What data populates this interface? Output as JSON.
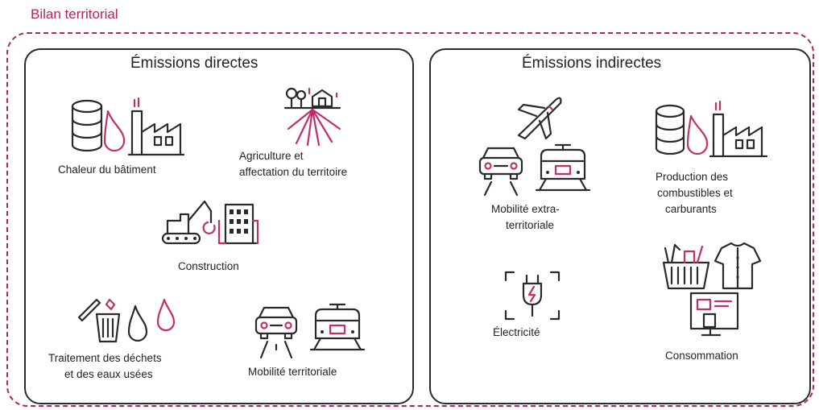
{
  "title": "Bilan territorial",
  "direct": {
    "title": "Émissions directes",
    "items": {
      "chaleur": "Chaleur du bâtiment",
      "agriculture": [
        "Agriculture et",
        "affectation du territoire"
      ],
      "construction": "Construction",
      "dechets": [
        "Traitement des déchets",
        "et des eaux usées"
      ],
      "mobilite": "Mobilité territoriale"
    }
  },
  "indirect": {
    "title": "Émissions indirectes",
    "items": {
      "mobilite": [
        "Mobilité extra-",
        "territoriale"
      ],
      "production": [
        "Production des",
        "combustibles et",
        "carburants"
      ],
      "electricite": "Électricité",
      "consommation": "Consommation"
    }
  },
  "colors": {
    "accent": "#b3245c",
    "line": "#2a2a2a",
    "icon_accent": "#c22f68"
  },
  "icons": [
    "barrel-icon",
    "drop-icon",
    "factory-icon",
    "farm-icon",
    "excavator-icon",
    "building-icon",
    "trash-icon",
    "car-icon",
    "train-icon",
    "plane-icon",
    "plug-icon",
    "basket-icon",
    "shirt-icon",
    "screen-icon"
  ]
}
